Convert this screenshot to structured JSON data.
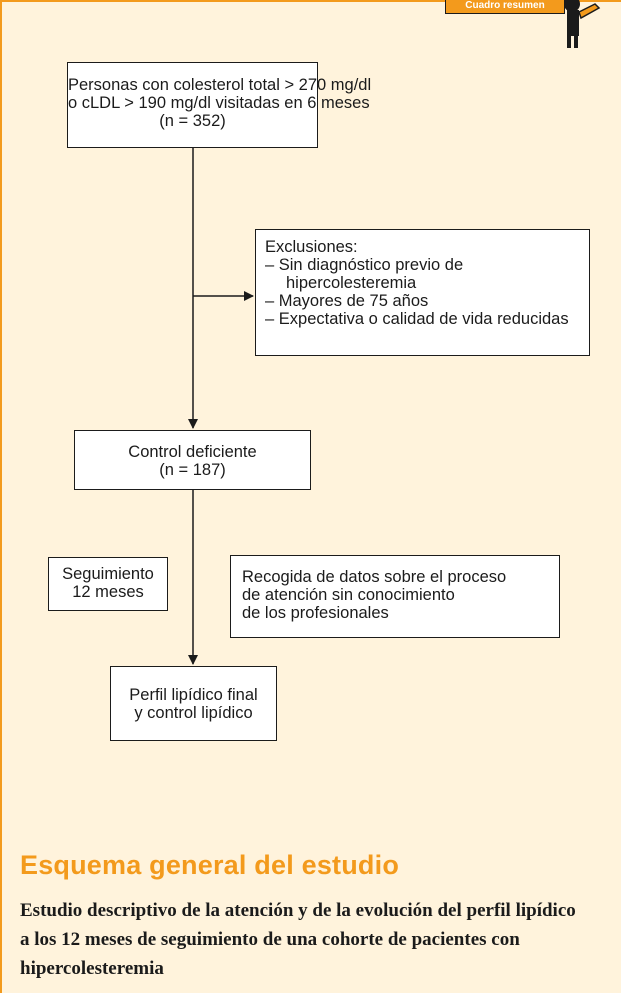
{
  "corner_tab": {
    "label": "Cuadro resumen"
  },
  "colors": {
    "accent": "#f39a1c",
    "background": "#fff3dc",
    "box": "#ffffff",
    "ink": "#1b1b1b"
  },
  "flow": {
    "population": {
      "lines": [
        "Personas con colesterol total > 270 mg/dl",
        "o cLDL > 190 mg/dl visitadas en 6 meses",
        "(n = 352)"
      ]
    },
    "exclusions": {
      "lines": [
        "Exclusiones:",
        "– Sin diagnóstico previo de",
        "hipercolesteremia",
        "– Mayores de 75 años",
        "– Expectativa o calidad de vida reducidas"
      ]
    },
    "poor_control": {
      "lines": [
        "Control deficiente",
        "(n = 187)"
      ]
    },
    "followup": {
      "lines": [
        "Seguimiento",
        "12 meses"
      ]
    },
    "data_collection": {
      "lines": [
        "Recogida de datos sobre el proceso",
        "de atención sin conocimiento",
        "de los profesionales"
      ]
    },
    "final_profile": {
      "lines": [
        "Perfil lipídico final",
        "y control lipídico"
      ]
    }
  },
  "heading": "Esquema general del estudio",
  "description": "Estudio descriptivo de la atención y de la evolución del perfil lipídico a los 12 meses de seguimiento de una cohorte de pacientes con hipercolesteremia"
}
